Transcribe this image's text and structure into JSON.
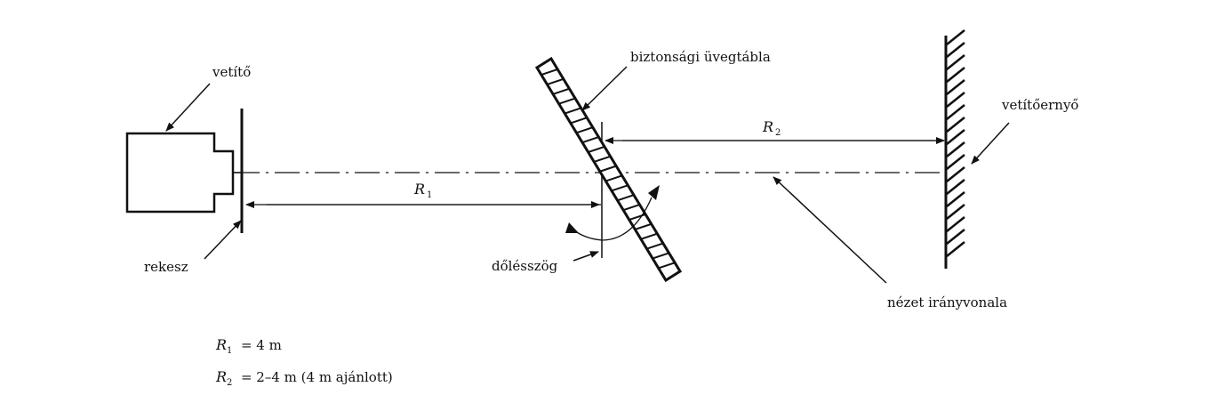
{
  "labels": {
    "projector": "vetítő",
    "aperture": "rekesz",
    "safety_glass": "biztonsági üvegtábla",
    "tilt_angle": "dőlésszög",
    "screen": "vetítőernyő",
    "line_of_sight": "nézet irányvonala"
  },
  "dims": {
    "r1_symbol": "R",
    "r1_sub": "1",
    "r2_symbol": "R",
    "r2_sub": "2"
  },
  "legend": {
    "r1": {
      "symbol": "R",
      "sub": "1",
      "text": "=  4 m"
    },
    "r2": {
      "symbol": "R",
      "sub": "2",
      "text": "=  2–4 m (4 m ajánlott)"
    }
  }
}
